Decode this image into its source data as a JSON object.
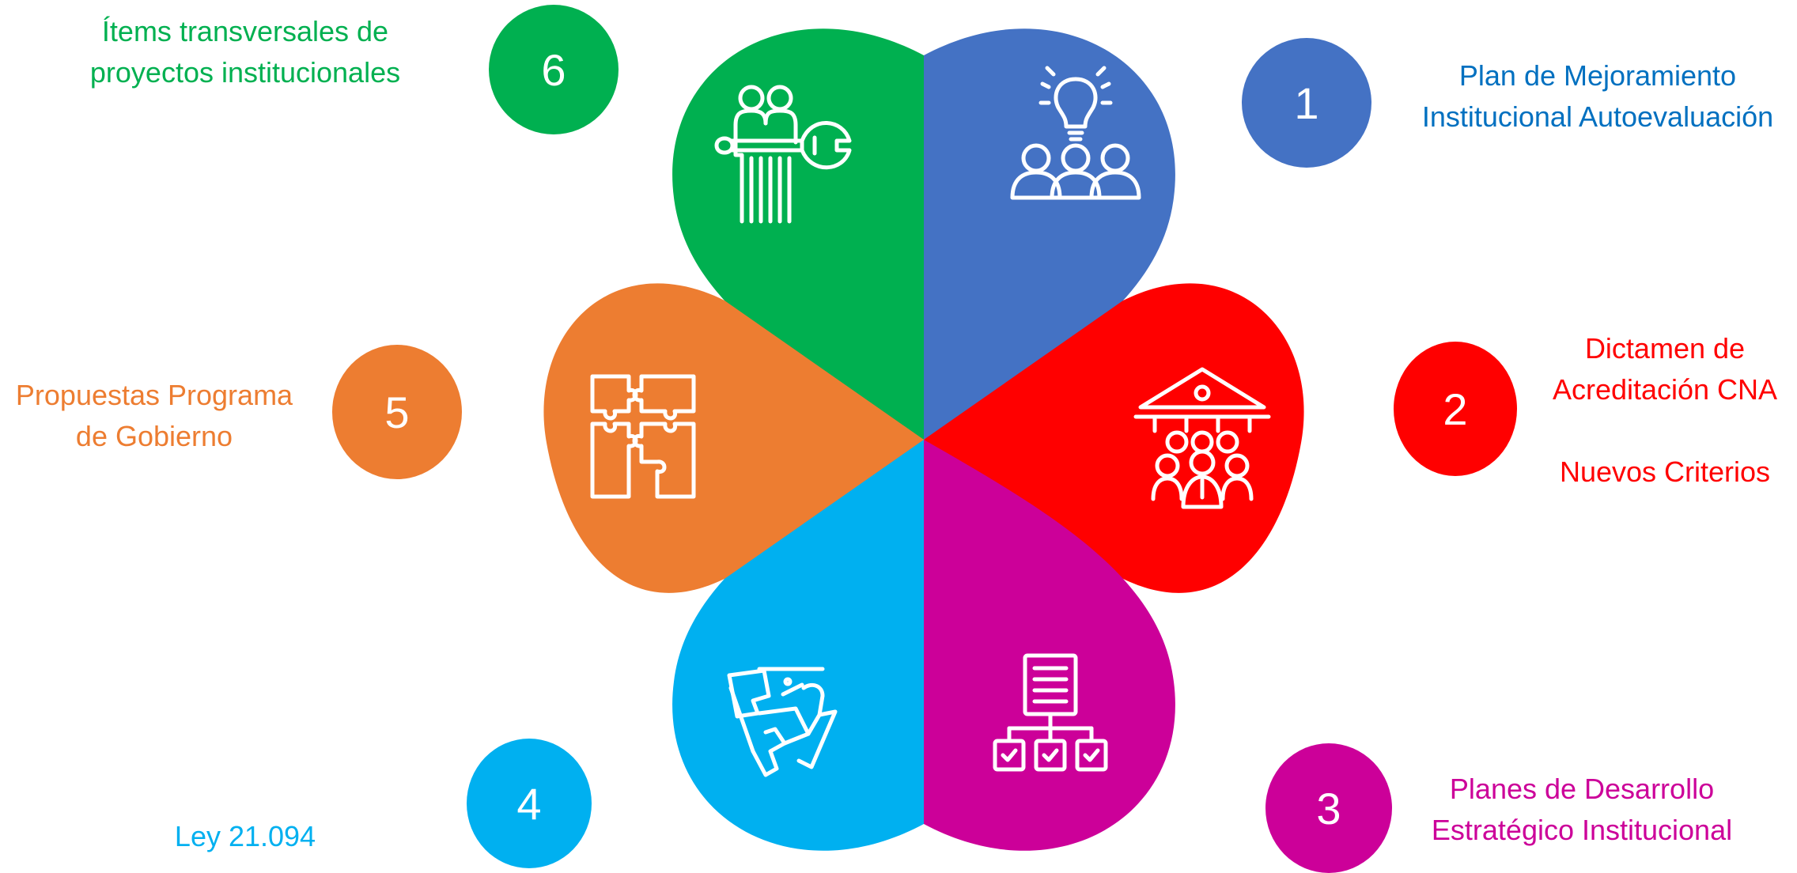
{
  "colors": {
    "blue": "#4472C4",
    "red": "#FF0000",
    "magenta": "#CC0099",
    "cyan": "#00B0F0",
    "orange": "#ED7D31",
    "green": "#00B050",
    "text_blue": "#0070C0"
  },
  "items": [
    {
      "number": "1",
      "color": "blue",
      "text_color": "text_blue",
      "icon": "people-idea-icon",
      "lines": [
        "Plan de Mejoramiento",
        "Institucional Autoevaluación"
      ]
    },
    {
      "number": "2",
      "color": "red",
      "text_color": "red",
      "icon": "institution-people-icon",
      "lines": [
        "Dictamen de",
        "Acreditación CNA",
        "",
        "Nuevos Criterios"
      ]
    },
    {
      "number": "3",
      "color": "magenta",
      "text_color": "magenta",
      "icon": "hierarchy-checklist-icon",
      "lines": [
        "Planes de Desarrollo",
        "Estratégico Institucional"
      ]
    },
    {
      "number": "4",
      "color": "cyan",
      "text_color": "cyan",
      "icon": "handshake-icon",
      "lines": [
        "Ley 21.094"
      ]
    },
    {
      "number": "5",
      "color": "orange",
      "text_color": "orange",
      "icon": "puzzle-icon",
      "lines": [
        "Propuestas Programa",
        "de Gobierno"
      ]
    },
    {
      "number": "6",
      "color": "green",
      "text_color": "green",
      "icon": "team-tools-icon",
      "lines": [
        "Ítems transversales de",
        "proyectos institucionales"
      ]
    }
  ]
}
